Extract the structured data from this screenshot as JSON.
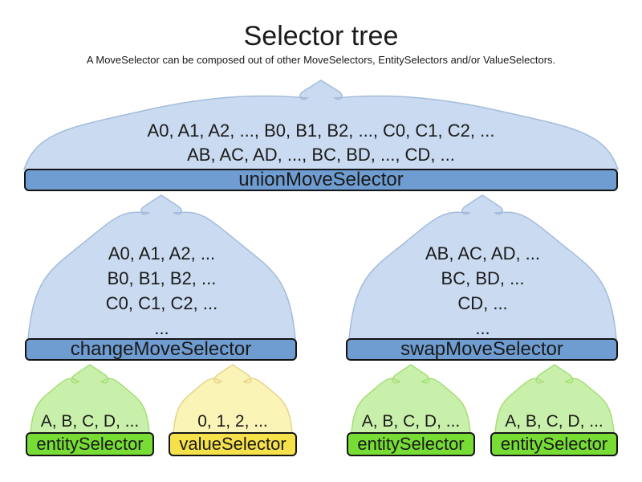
{
  "title": "Selector tree",
  "subtitle": "A MoveSelector can be composed out of other MoveSelectors, EntitySelectors and/or ValueSelectors.",
  "colors": {
    "dome-blue": "#cadaf0",
    "dome-blue-stroke": "#a3bcdb",
    "bar-blue": "#6f9dd1",
    "dome-green": "#c9f0aa",
    "dome-green-stroke": "#a6dd77",
    "bar-green": "#77dd35",
    "dome-yellow": "#faf4b6",
    "dome-yellow-stroke": "#e3d48c",
    "bar-yellow": "#f6e14b",
    "bar-border": "#141414",
    "text": "#1a1a1a"
  },
  "nodes": {
    "union": {
      "label": "unionMoveSelector",
      "lines": [
        "A0, A1, A2, ..., B0, B1, B2, ..., C0, C1, C2, ...",
        "AB, AC, AD, ..., BC, BD, ..., CD, ..."
      ]
    },
    "change": {
      "label": "changeMoveSelector",
      "lines": [
        "A0, A1, A2, ...",
        "B0, B1, B2, ...",
        "C0, C1, C2, ...",
        "..."
      ]
    },
    "swap": {
      "label": "swapMoveSelector",
      "lines": [
        "AB, AC, AD, ...",
        "BC, BD, ...",
        "CD, ...",
        "..."
      ]
    },
    "entity1": {
      "label": "entitySelector",
      "lines": [
        "A, B, C, D, ..."
      ]
    },
    "value1": {
      "label": "valueSelector",
      "lines": [
        "0, 1, 2, ..."
      ]
    },
    "entity2": {
      "label": "entitySelector",
      "lines": [
        "A, B, C, D, ..."
      ]
    },
    "entity3": {
      "label": "entitySelector",
      "lines": [
        "A, B, C, D, ..."
      ]
    }
  }
}
